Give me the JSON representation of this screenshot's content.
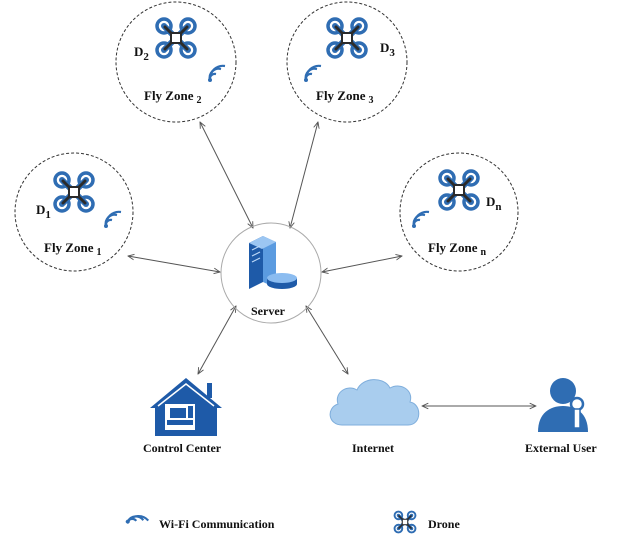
{
  "zones": [
    {
      "id": "zone-1",
      "drone": "D",
      "drone_sub": "1",
      "zone": "Fly Zone",
      "zone_sub": "1"
    },
    {
      "id": "zone-2",
      "drone": "D",
      "drone_sub": "2",
      "zone": "Fly Zone",
      "zone_sub": "2"
    },
    {
      "id": "zone-3",
      "drone": "D",
      "drone_sub": "3",
      "zone": "Fly Zone",
      "zone_sub": "3"
    },
    {
      "id": "zone-n",
      "drone": "D",
      "drone_sub": "n",
      "zone": "Fly Zone",
      "zone_sub": "n"
    }
  ],
  "server": {
    "label": "Server"
  },
  "control_center": {
    "label": "Control Center"
  },
  "internet": {
    "label": "Internet"
  },
  "external_user": {
    "label": "External User"
  },
  "legend": {
    "wifi": "Wi-Fi Communication",
    "drone": "Drone"
  },
  "colors": {
    "icon_blue": "#2F6DB3",
    "drone_dark": "#333333",
    "cloud": "#A9CDEE",
    "line": "#555555"
  },
  "icons": [
    "drone-icon",
    "wifi-icon",
    "server-icon",
    "house-icon",
    "cloud-icon",
    "user-key-icon"
  ]
}
